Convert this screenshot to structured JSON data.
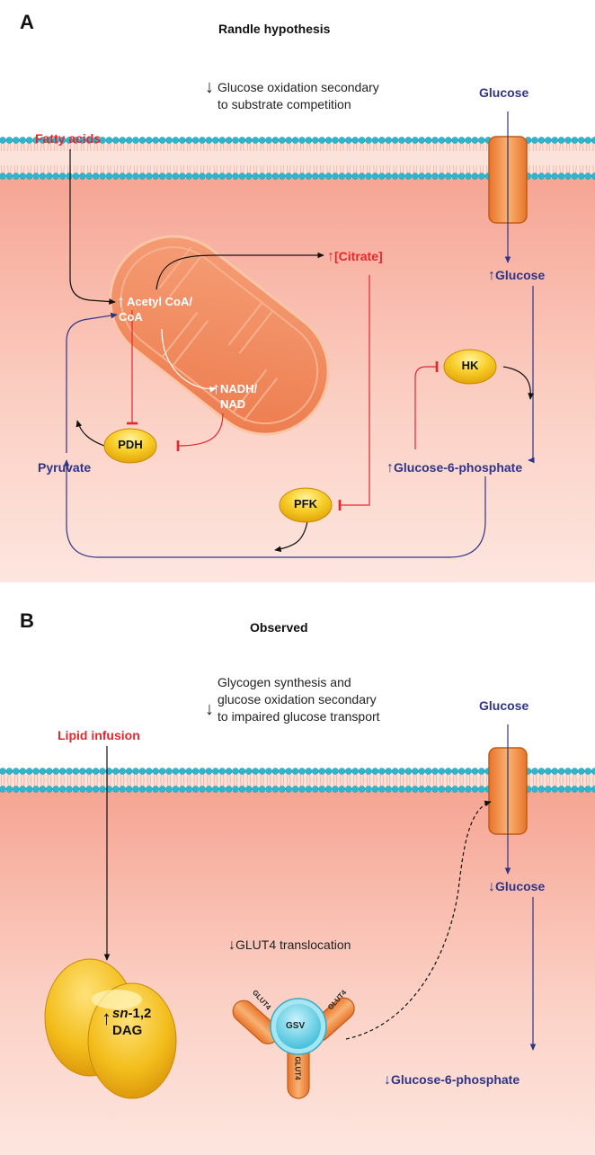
{
  "panel_a": {
    "letter": "A",
    "title": "Randle hypothesis",
    "note_line1": "Glucose oxidation secondary",
    "note_line2": "to substrate competition",
    "fatty_acids": "Fatty acids",
    "glucose_top": "Glucose",
    "citrate": "[Citrate]",
    "glucose_in": "Glucose",
    "acetyl_line1": "Acetyl CoA/",
    "acetyl_line2": "CoA",
    "nadh_line1": "NADH/",
    "nadh_line2": "NAD",
    "hk": "HK",
    "pdh": "PDH",
    "pfk": "PFK",
    "pyruvate": "Pyruvate",
    "g6p": "Glucose-6-phosphate"
  },
  "panel_b": {
    "letter": "B",
    "title": "Observed",
    "note_line1": "Glycogen synthesis and",
    "note_line2": "glucose oxidation secondary",
    "note_line3": "to impaired glucose transport",
    "lipid_infusion": "Lipid infusion",
    "glucose_top": "Glucose",
    "glucose_in": "Glucose",
    "glut4_translocation": "GLUT4 translocation",
    "dag_prefix": "sn",
    "dag_suffix": "-1,2",
    "dag_line2": "DAG",
    "gsv": "GSV",
    "glut4": "GLUT4",
    "g6p": "Glucose-6-phosphate"
  },
  "symbols": {
    "up": "↑",
    "down": "↓"
  },
  "colors": {
    "inhibition_red": "#e8262d",
    "pathway_navy": "#2f3487",
    "membrane_cyan": "#2fb6cf",
    "cytoplasm": "#f6a896",
    "mitochondrion": "#f08a5d",
    "enzyme_yellow": "#f6c21a",
    "transporter_orange": "#f2913f",
    "vesicle_cyan": "#5fd0e6"
  }
}
